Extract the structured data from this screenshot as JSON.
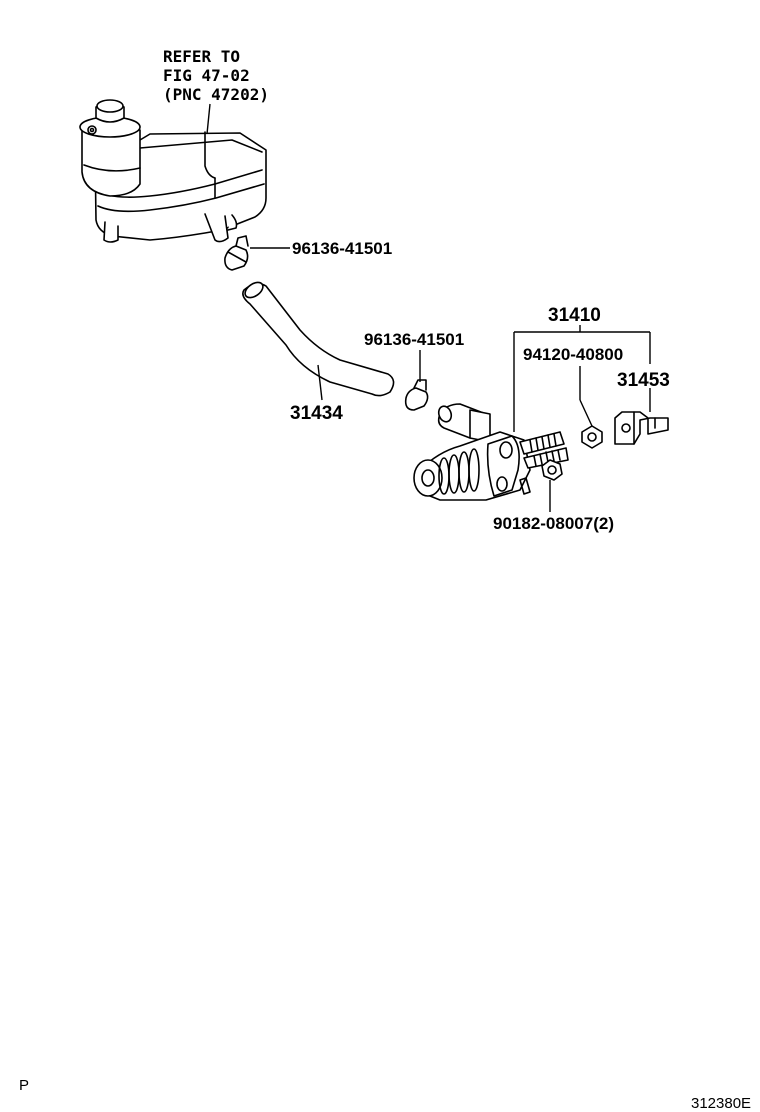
{
  "reference_note": {
    "line1": "REFER TO",
    "line2": "FIG 47-02",
    "line3": "(PNC 47202)"
  },
  "callouts": {
    "clip_upper": "96136-41501",
    "clip_lower": "96136-41501",
    "hose": "31434",
    "cylinder_assy": "31410",
    "nut_part": "94120-40800",
    "bracket": "31453",
    "bolt_part": "90182-08007(2)"
  },
  "corner_left": "P",
  "diagram_id": "312380E"
}
